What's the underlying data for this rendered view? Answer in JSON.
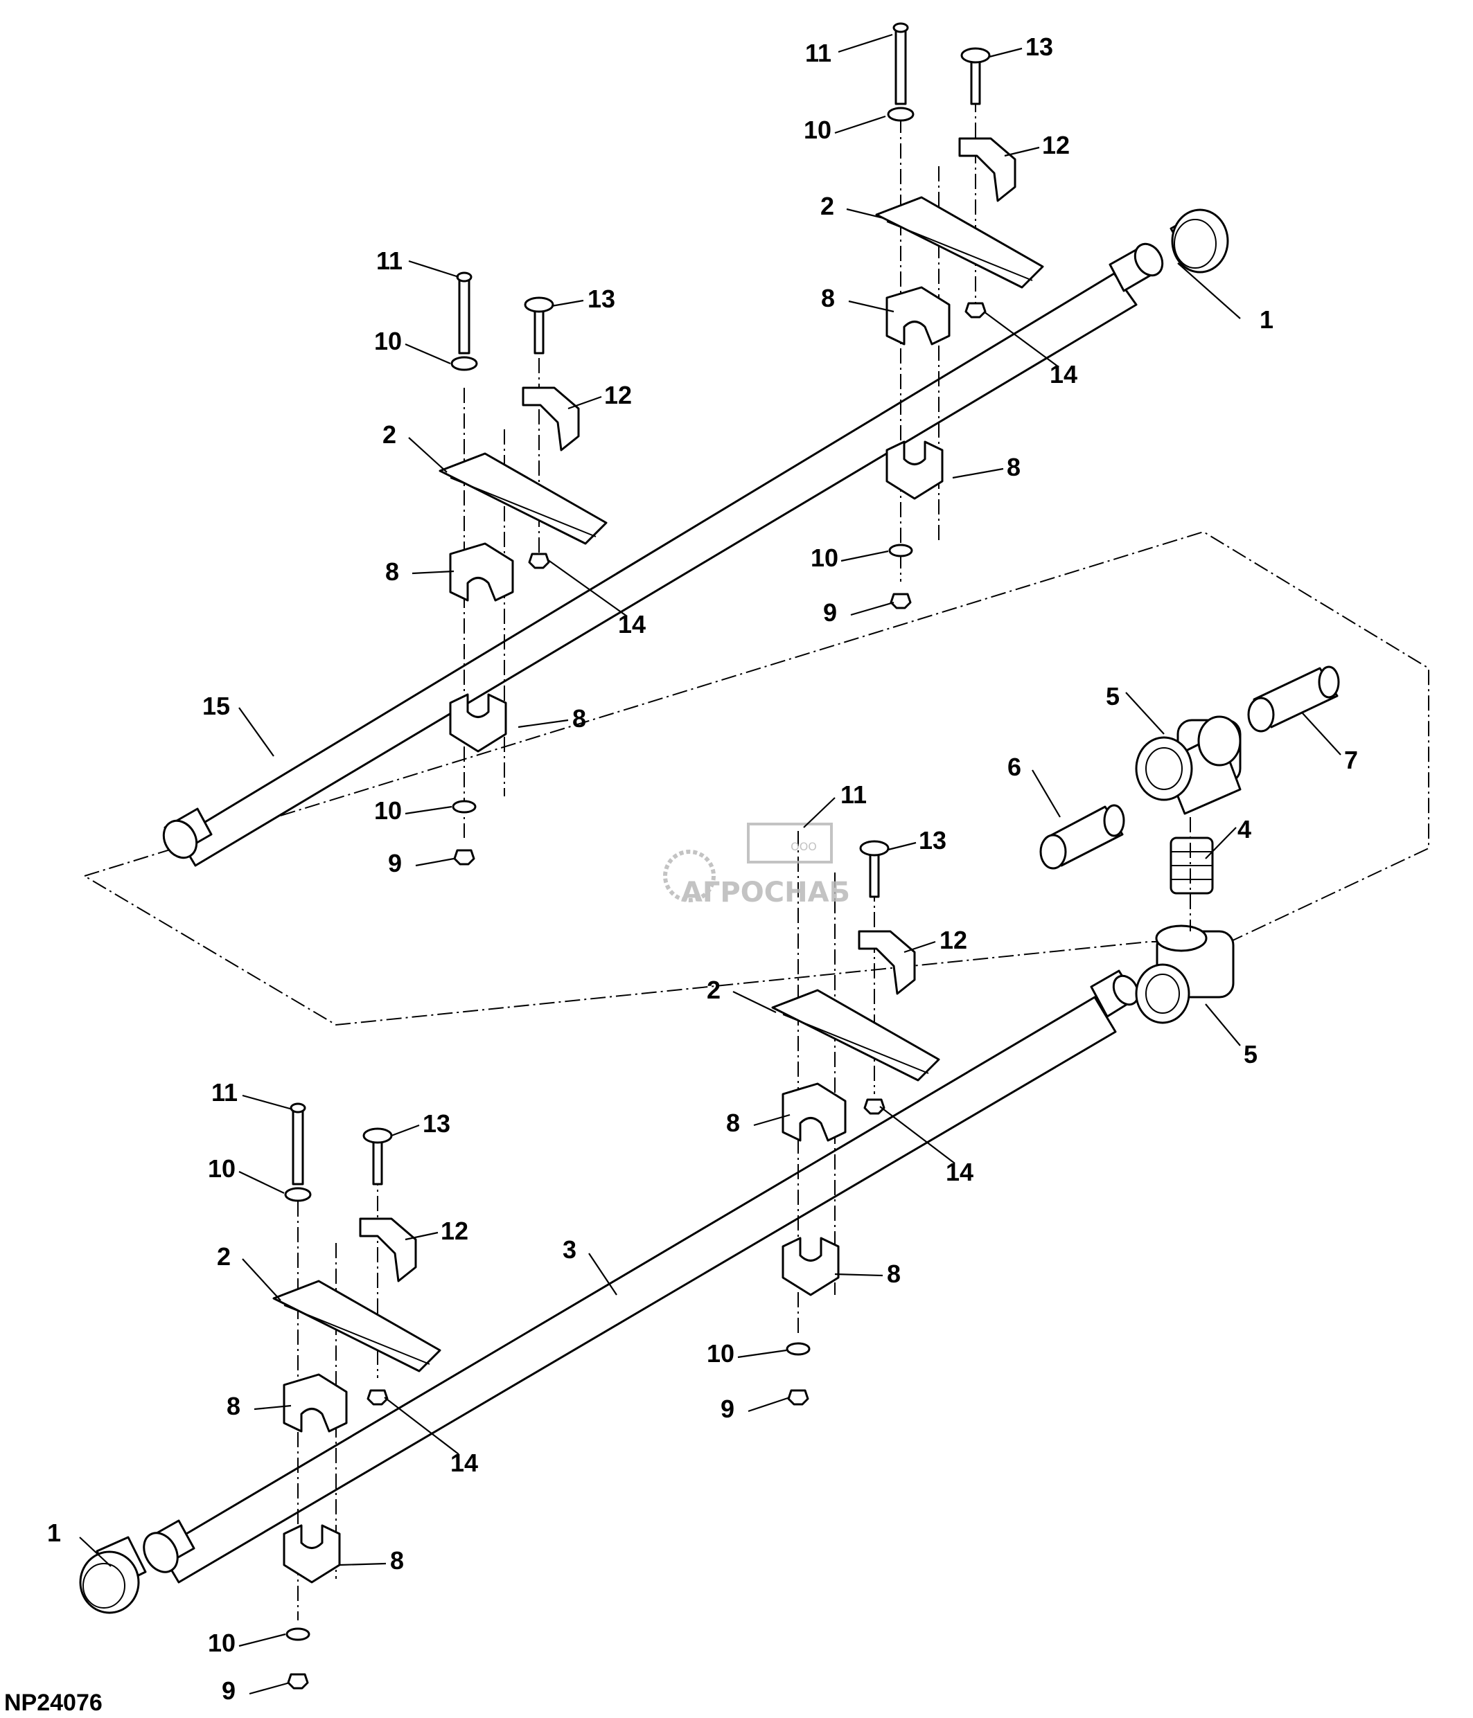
{
  "figure": {
    "id": "NP24076"
  },
  "watermark": {
    "top": "ООО",
    "name": "АГРОСНАБ"
  },
  "callouts": [
    {
      "text": "1"
    },
    {
      "text": "1"
    },
    {
      "text": "2"
    },
    {
      "text": "2"
    },
    {
      "text": "2"
    },
    {
      "text": "2"
    },
    {
      "text": "3"
    },
    {
      "text": "4"
    },
    {
      "text": "5"
    },
    {
      "text": "5"
    },
    {
      "text": "6"
    },
    {
      "text": "7"
    },
    {
      "text": "8"
    },
    {
      "text": "8"
    },
    {
      "text": "8"
    },
    {
      "text": "8"
    },
    {
      "text": "8"
    },
    {
      "text": "8"
    },
    {
      "text": "8"
    },
    {
      "text": "8"
    },
    {
      "text": "9"
    },
    {
      "text": "9"
    },
    {
      "text": "9"
    },
    {
      "text": "9"
    },
    {
      "text": "10"
    },
    {
      "text": "10"
    },
    {
      "text": "10"
    },
    {
      "text": "10"
    },
    {
      "text": "10"
    },
    {
      "text": "10"
    },
    {
      "text": "10"
    },
    {
      "text": "11"
    },
    {
      "text": "11"
    },
    {
      "text": "11"
    },
    {
      "text": "11"
    },
    {
      "text": "12"
    },
    {
      "text": "12"
    },
    {
      "text": "12"
    },
    {
      "text": "12"
    },
    {
      "text": "13"
    },
    {
      "text": "13"
    },
    {
      "text": "13"
    },
    {
      "text": "13"
    },
    {
      "text": "14"
    },
    {
      "text": "14"
    },
    {
      "text": "14"
    },
    {
      "text": "14"
    },
    {
      "text": "15"
    }
  ]
}
